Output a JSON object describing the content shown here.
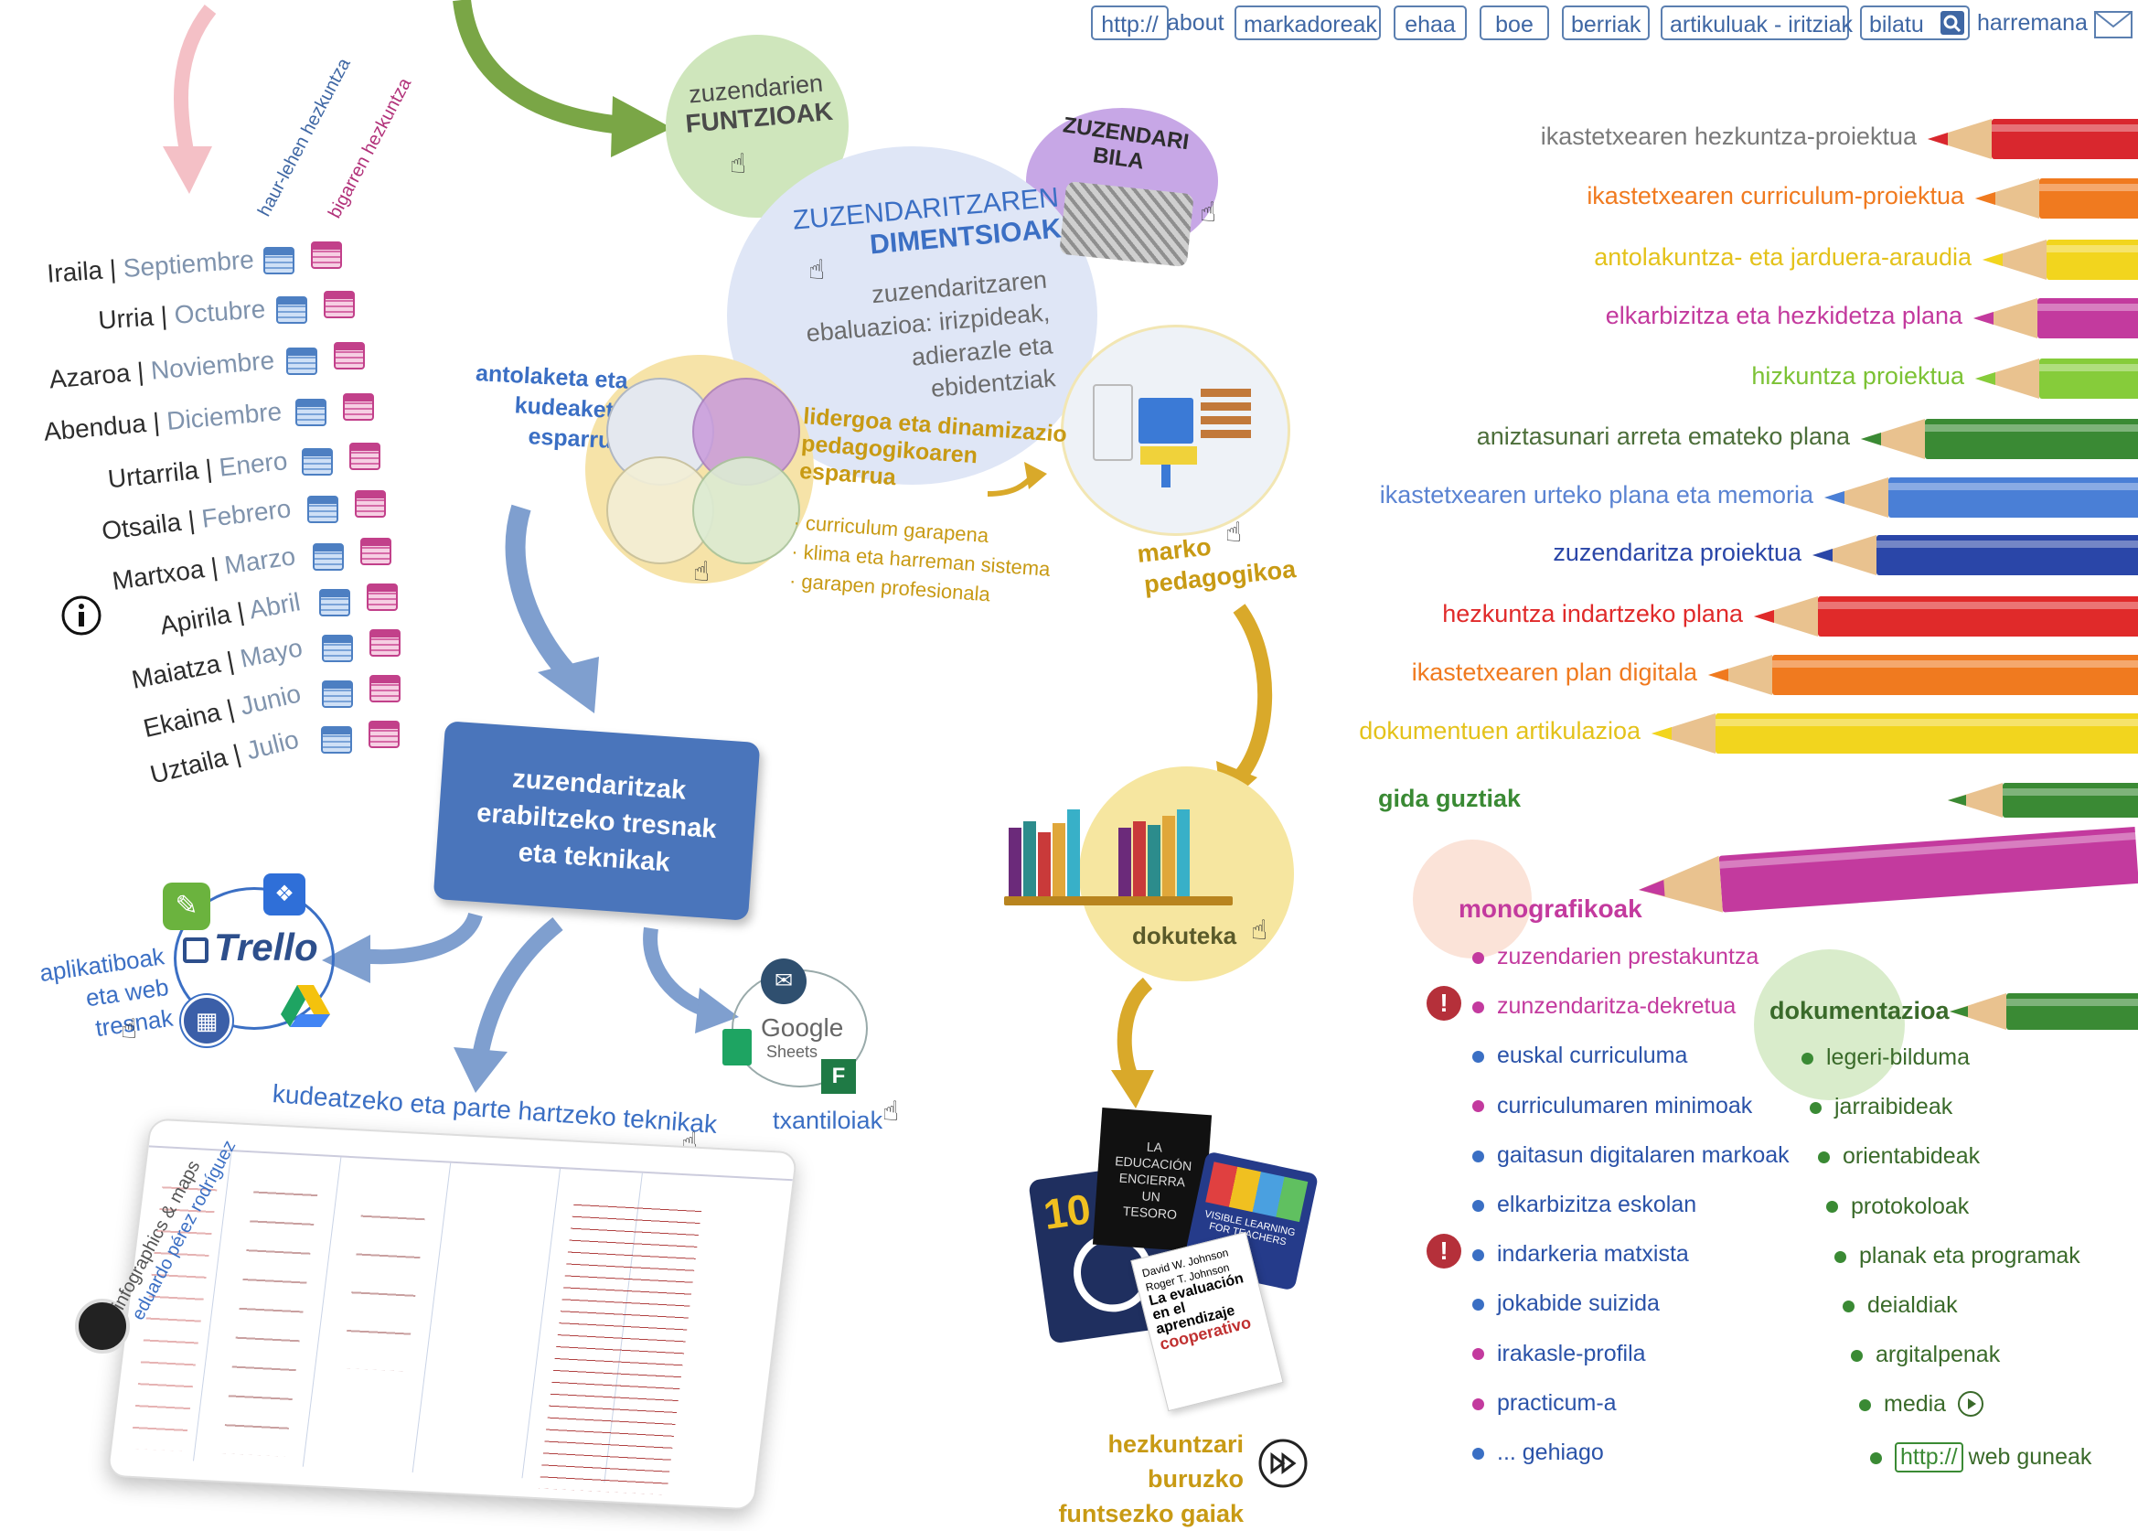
{
  "nav": {
    "http_label": "http://",
    "about": "about",
    "buttons": [
      "markadoreak",
      "ehaa",
      "boe",
      "berriak",
      "artikuluak - iritziak",
      "bilatu"
    ],
    "harremana": "harremana"
  },
  "calendar": {
    "column_headers": [
      "haur-lehen hezkuntza",
      "bigarren hezkuntza"
    ],
    "separator": "|",
    "months": [
      {
        "eu": "Iraila",
        "es": "Septiembre"
      },
      {
        "eu": "Urria",
        "es": "Octubre"
      },
      {
        "eu": "Azaroa",
        "es": "Noviembre"
      },
      {
        "eu": "Abendua",
        "es": "Diciembre"
      },
      {
        "eu": "Urtarrila",
        "es": "Enero"
      },
      {
        "eu": "Otsaila",
        "es": "Febrero"
      },
      {
        "eu": "Martxoa",
        "es": "Marzo"
      },
      {
        "eu": "Apirila",
        "es": "Abril"
      },
      {
        "eu": "Maiatza",
        "es": "Mayo"
      },
      {
        "eu": "Ekaina",
        "es": "Junio"
      },
      {
        "eu": "Uztaila",
        "es": "Julio"
      }
    ]
  },
  "map": {
    "funtzioak": {
      "line1": "zuzendarien",
      "line2": "FUNTZIOAK"
    },
    "bila": {
      "line1": "ZUZENDARI",
      "line2": "BILA"
    },
    "dimentsioak": {
      "line1": "ZUZENDARITZAREN",
      "line2": "DIMENTSIOAK"
    },
    "ebaluazioa": [
      "zuzendaritzaren",
      "ebaluazioa: irizpideak,",
      "adierazle eta",
      "ebidentziak"
    ],
    "antolaketa": [
      "antolaketa eta",
      "kudeaketa",
      "esparrua"
    ],
    "lidergoa": [
      "lidergoa eta dinamizazio",
      "pedagogikoaren",
      "esparrua"
    ],
    "lidergoa_items": [
      "· curriculum garapena",
      "· klima eta harreman sistema",
      "· garapen profesionala"
    ],
    "marko": [
      "marko",
      "pedagogikoa"
    ],
    "tresnak": [
      "zuzendaritzak",
      "erabiltzeko tresnak",
      "eta teknikak"
    ],
    "aplikatiboak": [
      "aplikatiboak",
      "eta web tresnak"
    ],
    "trello": "Trello",
    "google": {
      "line1": "Google",
      "line2": "Sheets"
    },
    "txantiloiak": "txantiloiak",
    "kudeatzeko": "kudeatzeko eta parte hartzeko teknikak",
    "infographics": [
      "infographics & maps",
      "eduardo pérez rodríguez"
    ],
    "dokuteka": "dokuteka",
    "funtsezko": [
      "hezkuntzari buruzko",
      "funtsezko gaiak"
    ]
  },
  "pencils": [
    {
      "label": "ikastetxearen hezkuntza-proiektua",
      "color": "#d9272e",
      "text_color": "#7a7a7a"
    },
    {
      "label": "ikastetxearen curriculum-proiektua",
      "color": "#f07a1f",
      "text_color": "#f07a1f"
    },
    {
      "label": "antolakuntza- eta jarduera-araudia",
      "color": "#f2d51e",
      "text_color": "#e4c21a"
    },
    {
      "label": "elkarbizitza eta hezkidetza plana",
      "color": "#c33a9e",
      "text_color": "#c33a9e"
    },
    {
      "label": "hizkuntza proiektua",
      "color": "#86cc3a",
      "text_color": "#7cc234"
    },
    {
      "label": "aniztasunari arreta emateko plana",
      "color": "#3a8a34",
      "text_color": "#4c6e3a"
    },
    {
      "label": "ikastetxearen urteko plana eta memoria",
      "color": "#4a7fd6",
      "text_color": "#5a83d2"
    },
    {
      "label": "zuzendaritza proiektua",
      "color": "#2a46a8",
      "text_color": "#2a46a8"
    },
    {
      "label": "hezkuntza indartzeko plana",
      "color": "#e02a2a",
      "text_color": "#e02a2a"
    },
    {
      "label": "ikastetxearen plan digitala",
      "color": "#f07a1f",
      "text_color": "#f07a1f"
    },
    {
      "label": "dokumentuen artikulazioa",
      "color": "#f2d51e",
      "text_color": "#e4c21a"
    }
  ],
  "gida": {
    "label": "gida guztiak",
    "color": "#3a8a34"
  },
  "monografikoak": {
    "title": "monografikoak",
    "color": "#c33a9e",
    "items": [
      {
        "label": "zuzendarien prestakuntza",
        "dot": "#c33a9e",
        "text": "#c33a9e",
        "warn": false
      },
      {
        "label": "zunzendaritza-dekretua",
        "dot": "#c33a9e",
        "text": "#c33a9e",
        "warn": true
      },
      {
        "label": "euskal curriculuma",
        "dot": "#3a6fc4",
        "text": "#2a52a8",
        "warn": false
      },
      {
        "label": "curriculumaren minimoak",
        "dot": "#c33a9e",
        "text": "#2a52a8",
        "warn": false
      },
      {
        "label": "gaitasun digitalaren markoak",
        "dot": "#3a6fc4",
        "text": "#2a52a8",
        "warn": false
      },
      {
        "label": "elkarbizitza eskolan",
        "dot": "#3a6fc4",
        "text": "#2a52a8",
        "warn": false
      },
      {
        "label": "indarkeria matxista",
        "dot": "#3a6fc4",
        "text": "#2a52a8",
        "warn": true
      },
      {
        "label": "jokabide suizida",
        "dot": "#3a6fc4",
        "text": "#2a52a8",
        "warn": false
      },
      {
        "label": "irakasle-profila",
        "dot": "#c33a9e",
        "text": "#2a52a8",
        "warn": false
      },
      {
        "label": "practicum-a",
        "dot": "#c33a9e",
        "text": "#2a52a8",
        "warn": false
      },
      {
        "label": "... gehiago",
        "dot": "#3a6fc4",
        "text": "#2a52a8",
        "warn": false
      }
    ]
  },
  "dokumentazioa": {
    "title": "dokumentazioa",
    "color": "#3a8a34",
    "items": [
      "legeri-bilduma",
      "jarraibideak",
      "orientabideak",
      "protokoloak",
      "planak eta programak",
      "deialdiak",
      "argitalpenak",
      "media"
    ],
    "web": {
      "http": "http://",
      "label": "web guneak"
    }
  },
  "books": {
    "cover1": [
      "LA",
      "EDUCACIÓN",
      "ENCIERRA",
      "UN",
      "TESORO"
    ],
    "cover2": [
      "VISIBLE LEARNING",
      "FOR TEACHERS"
    ],
    "cover3": [
      "David W. Johnson",
      "Roger T. Johnson",
      "La evaluación",
      "en el aprendizaje",
      "cooperativo"
    ],
    "cover4": [
      "10"
    ]
  }
}
